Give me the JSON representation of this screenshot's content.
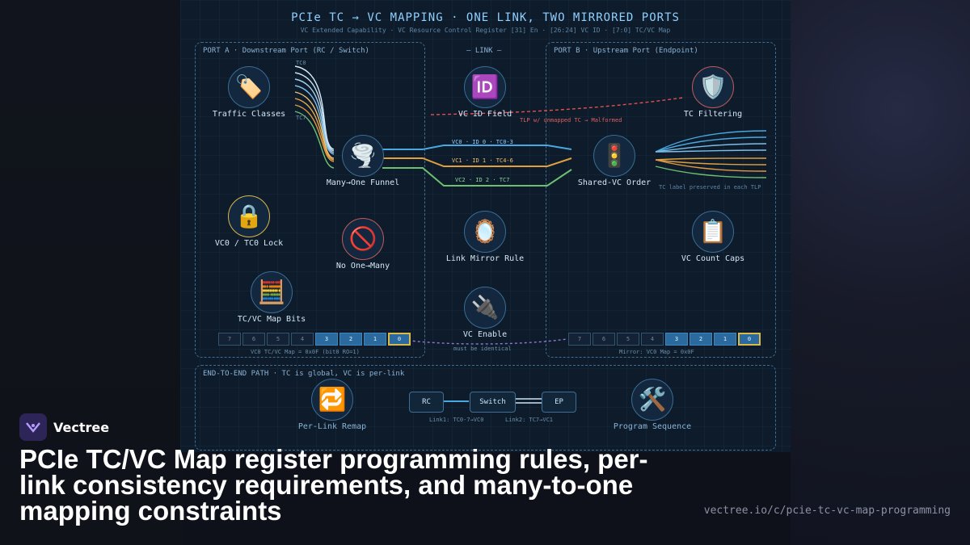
{
  "diagram": {
    "title": "PCIe TC → VC MAPPING · ONE LINK, TWO MIRRORED PORTS",
    "subtitle": "VC Extended Capability · VC Resource Control Register [31] En · [26:24] VC ID · [7:0] TC/VC Map",
    "port_a": {
      "label": "PORT A · Downstream Port (RC / Switch)",
      "nodes": {
        "traffic_classes": {
          "label": "Traffic Classes",
          "icon": "🏷️"
        },
        "funnel": {
          "label": "Many→One Funnel",
          "icon": "🌪️"
        },
        "vc0_lock": {
          "label": "VC0 / TC0 Lock",
          "icon": "🔒"
        },
        "no_one_many": {
          "label": "No One→Many",
          "icon": "🚫"
        },
        "map_bits": {
          "label": "TC/VC Map Bits",
          "icon": "🧮"
        }
      },
      "tc_top_label": "TC0",
      "tc_bottom_label": "TC7",
      "register_bits": [
        "7",
        "6",
        "5",
        "4",
        "3",
        "2",
        "1",
        "0"
      ],
      "register_caption": "VC0 TC/VC Map = 0x0F (bit0 RO=1)"
    },
    "link": {
      "label": "— LINK —",
      "lanes": [
        "VC0 · ID 0 · TC0-3",
        "VC1 · ID 1 · TC4-6",
        "VC2 · ID 2 · TC7"
      ],
      "malformed_label": "TLP w/ unmapped TC → Malformed",
      "must_match_label": "must be identical",
      "nodes": {
        "vc_id": {
          "label": "VC ID Field",
          "icon": "🆔"
        },
        "mirror": {
          "label": "Link Mirror Rule",
          "icon": "🪞"
        },
        "enable": {
          "label": "VC Enable",
          "icon": "🔌"
        }
      }
    },
    "port_b": {
      "label": "PORT B · Upstream Port (Endpoint)",
      "nodes": {
        "tc_filtering": {
          "label": "TC Filtering",
          "icon": "🛡️"
        },
        "shared_order": {
          "label": "Shared-VC Order",
          "icon": "🚦"
        },
        "count_caps": {
          "label": "VC Count Caps",
          "icon": "📋"
        }
      },
      "preserved_label": "TC label preserved in each TLP",
      "register_bits": [
        "7",
        "6",
        "5",
        "4",
        "3",
        "2",
        "1",
        "0"
      ],
      "register_caption": "Mirror: VC0 Map = 0x0F"
    },
    "end_to_end": {
      "label": "END-TO-END PATH · TC is global, VC is per-link",
      "nodes": {
        "remap": {
          "label": "Per-Link Remap",
          "icon": "🔁"
        },
        "sequence": {
          "label": "Program Sequence",
          "icon": "🛠️"
        }
      },
      "chain": [
        "RC",
        "Switch",
        "EP"
      ],
      "link1_label": "Link1: TC0-7→VC0",
      "link2_label": "Link2: TC7→VC1"
    },
    "colors": {
      "vc0": "#4aa8e0",
      "vc1": "#e0a040",
      "vc2": "#6cc070",
      "malformed": "#e05050",
      "register_on": "#2a6a9e",
      "register_select": "#d9b948"
    }
  },
  "footer": {
    "brand": "Vectree",
    "brand_icon": "vectree-logo-icon",
    "headline": "PCIe TC/VC Map register programming rules, per-link consistency requirements, and many-to-one mapping constraints",
    "url": "vectree.io/c/pcie-tc-vc-map-programming"
  }
}
